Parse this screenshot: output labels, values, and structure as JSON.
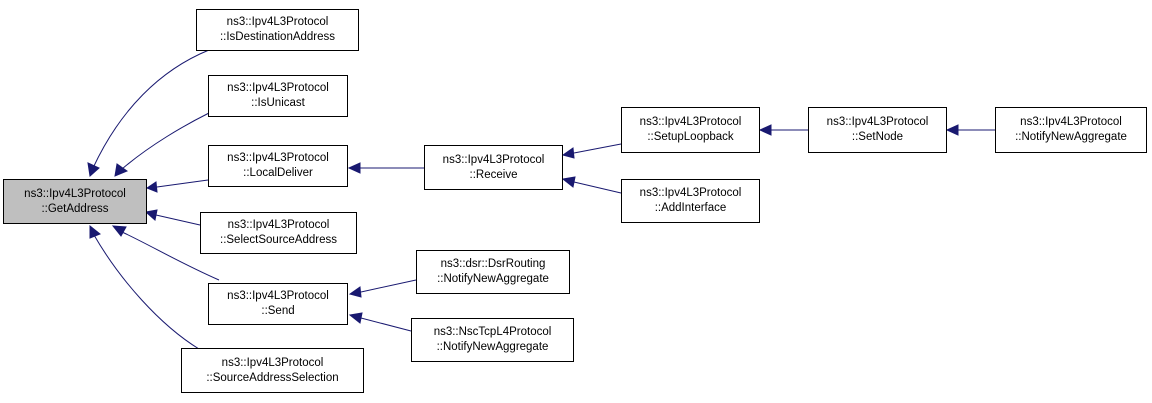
{
  "colors": {
    "edge": "#191970",
    "current_node_fill": "#bfbfbf",
    "node_border": "#000000"
  },
  "nodes": {
    "get_address": {
      "line1": "ns3::Ipv4L3Protocol",
      "line2": "::GetAddress"
    },
    "is_destination_address": {
      "line1": "ns3::Ipv4L3Protocol",
      "line2": "::IsDestinationAddress"
    },
    "is_unicast": {
      "line1": "ns3::Ipv4L3Protocol",
      "line2": "::IsUnicast"
    },
    "local_deliver": {
      "line1": "ns3::Ipv4L3Protocol",
      "line2": "::LocalDeliver"
    },
    "select_source_address": {
      "line1": "ns3::Ipv4L3Protocol",
      "line2": "::SelectSourceAddress"
    },
    "send": {
      "line1": "ns3::Ipv4L3Protocol",
      "line2": "::Send"
    },
    "source_address_selection": {
      "line1": "ns3::Ipv4L3Protocol",
      "line2": "::SourceAddressSelection"
    },
    "receive": {
      "line1": "ns3::Ipv4L3Protocol",
      "line2": "::Receive"
    },
    "dsr_notify_new_aggregate": {
      "line1": "ns3::dsr::DsrRouting",
      "line2": "::NotifyNewAggregate"
    },
    "nsc_notify_new_aggregate": {
      "line1": "ns3::NscTcpL4Protocol",
      "line2": "::NotifyNewAggregate"
    },
    "setup_loopback": {
      "line1": "ns3::Ipv4L3Protocol",
      "line2": "::SetupLoopback"
    },
    "add_interface": {
      "line1": "ns3::Ipv4L3Protocol",
      "line2": "::AddInterface"
    },
    "set_node": {
      "line1": "ns3::Ipv4L3Protocol",
      "line2": "::SetNode"
    },
    "ipv4_notify_new_aggregate": {
      "line1": "ns3::Ipv4L3Protocol",
      "line2": "::NotifyNewAggregate"
    }
  },
  "edges": [
    {
      "from": "is_destination_address",
      "to": "get_address"
    },
    {
      "from": "is_unicast",
      "to": "get_address"
    },
    {
      "from": "local_deliver",
      "to": "get_address"
    },
    {
      "from": "select_source_address",
      "to": "get_address"
    },
    {
      "from": "send",
      "to": "get_address"
    },
    {
      "from": "source_address_selection",
      "to": "get_address"
    },
    {
      "from": "receive",
      "to": "local_deliver"
    },
    {
      "from": "dsr_notify_new_aggregate",
      "to": "send"
    },
    {
      "from": "nsc_notify_new_aggregate",
      "to": "send"
    },
    {
      "from": "setup_loopback",
      "to": "receive"
    },
    {
      "from": "add_interface",
      "to": "receive"
    },
    {
      "from": "set_node",
      "to": "setup_loopback"
    },
    {
      "from": "ipv4_notify_new_aggregate",
      "to": "set_node"
    }
  ]
}
